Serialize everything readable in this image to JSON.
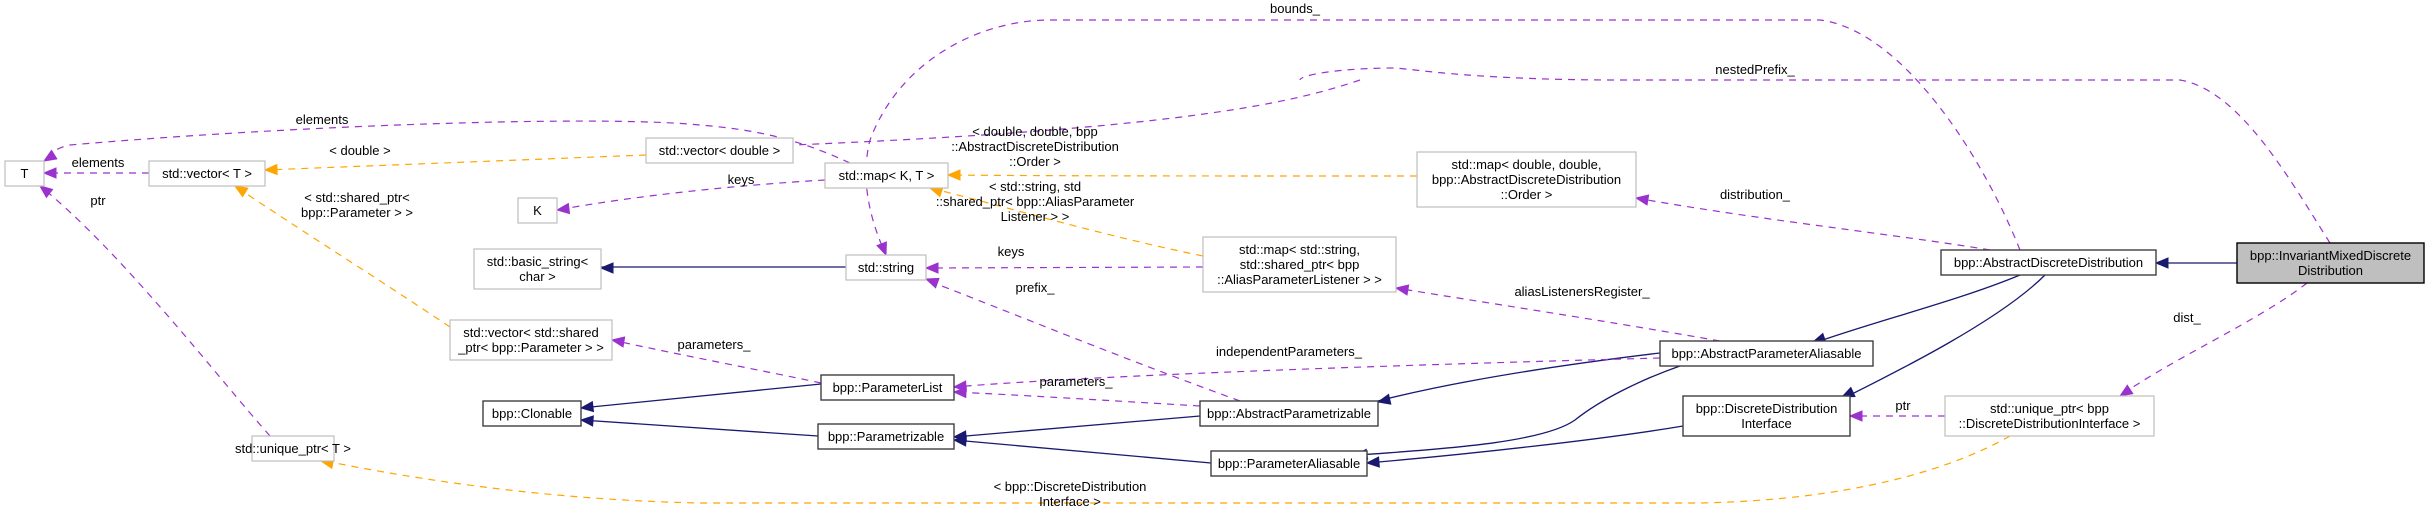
{
  "diagram": {
    "title": "Collaboration diagram for bpp::InvariantMixedDiscreteDistribution",
    "legend": {
      "inheritance_color": "#191970",
      "usage_color": "#9a32cd",
      "template_color": "#ffa500",
      "focus_fill": "#bfbfbf"
    },
    "nodes": {
      "T": {
        "lines": [
          "T"
        ]
      },
      "vector_T": {
        "lines": [
          "std::vector< T >"
        ]
      },
      "vector_double": {
        "lines": [
          "std::vector< double >"
        ]
      },
      "K": {
        "lines": [
          "K"
        ]
      },
      "map_KT": {
        "lines": [
          "std::map< K, T >"
        ]
      },
      "basic_string": {
        "lines": [
          "std::basic_string<",
          "char >"
        ]
      },
      "string": {
        "lines": [
          "std::string"
        ]
      },
      "vector_shared_param": {
        "lines": [
          "std::vector< std::shared",
          "_ptr< bpp::Parameter > >"
        ]
      },
      "unique_ptr_T": {
        "lines": [
          "std::unique_ptr< T >"
        ]
      },
      "map_double_order": {
        "lines": [
          "std::map< double, double,",
          "bpp::AbstractDiscreteDistribution",
          "::Order >"
        ]
      },
      "map_string_listener": {
        "lines": [
          "std::map< std::string,",
          "std::shared_ptr< bpp",
          "::AliasParameterListener > >"
        ]
      },
      "clonable": {
        "lines": [
          "bpp::Clonable"
        ]
      },
      "parameter_list": {
        "lines": [
          "bpp::ParameterList"
        ]
      },
      "parametrizable": {
        "lines": [
          "bpp::Parametrizable"
        ]
      },
      "abstract_parametrizable": {
        "lines": [
          "bpp::AbstractParametrizable"
        ]
      },
      "parameter_aliasable": {
        "lines": [
          "bpp::ParameterAliasable"
        ]
      },
      "abstract_parameter_aliasable": {
        "lines": [
          "bpp::AbstractParameterAliasable"
        ]
      },
      "discrete_distribution_interface": {
        "lines": [
          "bpp::DiscreteDistribution",
          "Interface"
        ]
      },
      "abstract_discrete_distribution": {
        "lines": [
          "bpp::AbstractDiscreteDistribution"
        ]
      },
      "unique_ptr_ddi": {
        "lines": [
          "std::unique_ptr< bpp",
          "::DiscreteDistributionInterface >"
        ]
      },
      "invariant_mixed": {
        "lines": [
          "bpp::InvariantMixedDiscrete",
          "Distribution"
        ]
      }
    },
    "edge_labels": {
      "bounds": [
        "bounds_"
      ],
      "nested_prefix": [
        "nestedPrefix_"
      ],
      "elements_map": [
        "elements"
      ],
      "elements_vec": [
        "elements"
      ],
      "double_tmpl": [
        "< double >"
      ],
      "ptr_T": [
        "ptr"
      ],
      "shared_param_tmpl": [
        "< std::shared_ptr<",
        "bpp::Parameter > >"
      ],
      "keys_K": [
        "keys"
      ],
      "order_tmpl": [
        "< double, double, bpp",
        "::AbstractDiscreteDistribution",
        "::Order >"
      ],
      "listener_tmpl": [
        "< std::string, std",
        "::shared_ptr< bpp::AliasParameter",
        "Listener > >"
      ],
      "keys_string": [
        "keys"
      ],
      "prefix": [
        "prefix_"
      ],
      "distribution": [
        "distribution_"
      ],
      "alias_listeners": [
        "aliasListenersRegister_"
      ],
      "independent_params": [
        "independentParameters_"
      ],
      "parameters_list": [
        "parameters_"
      ],
      "parameters_vec": [
        "parameters_"
      ],
      "ptr_ddi": [
        "ptr"
      ],
      "dist": [
        "dist_"
      ],
      "ddi_tmpl": [
        "< bpp::DiscreteDistribution",
        "Interface >"
      ]
    }
  }
}
